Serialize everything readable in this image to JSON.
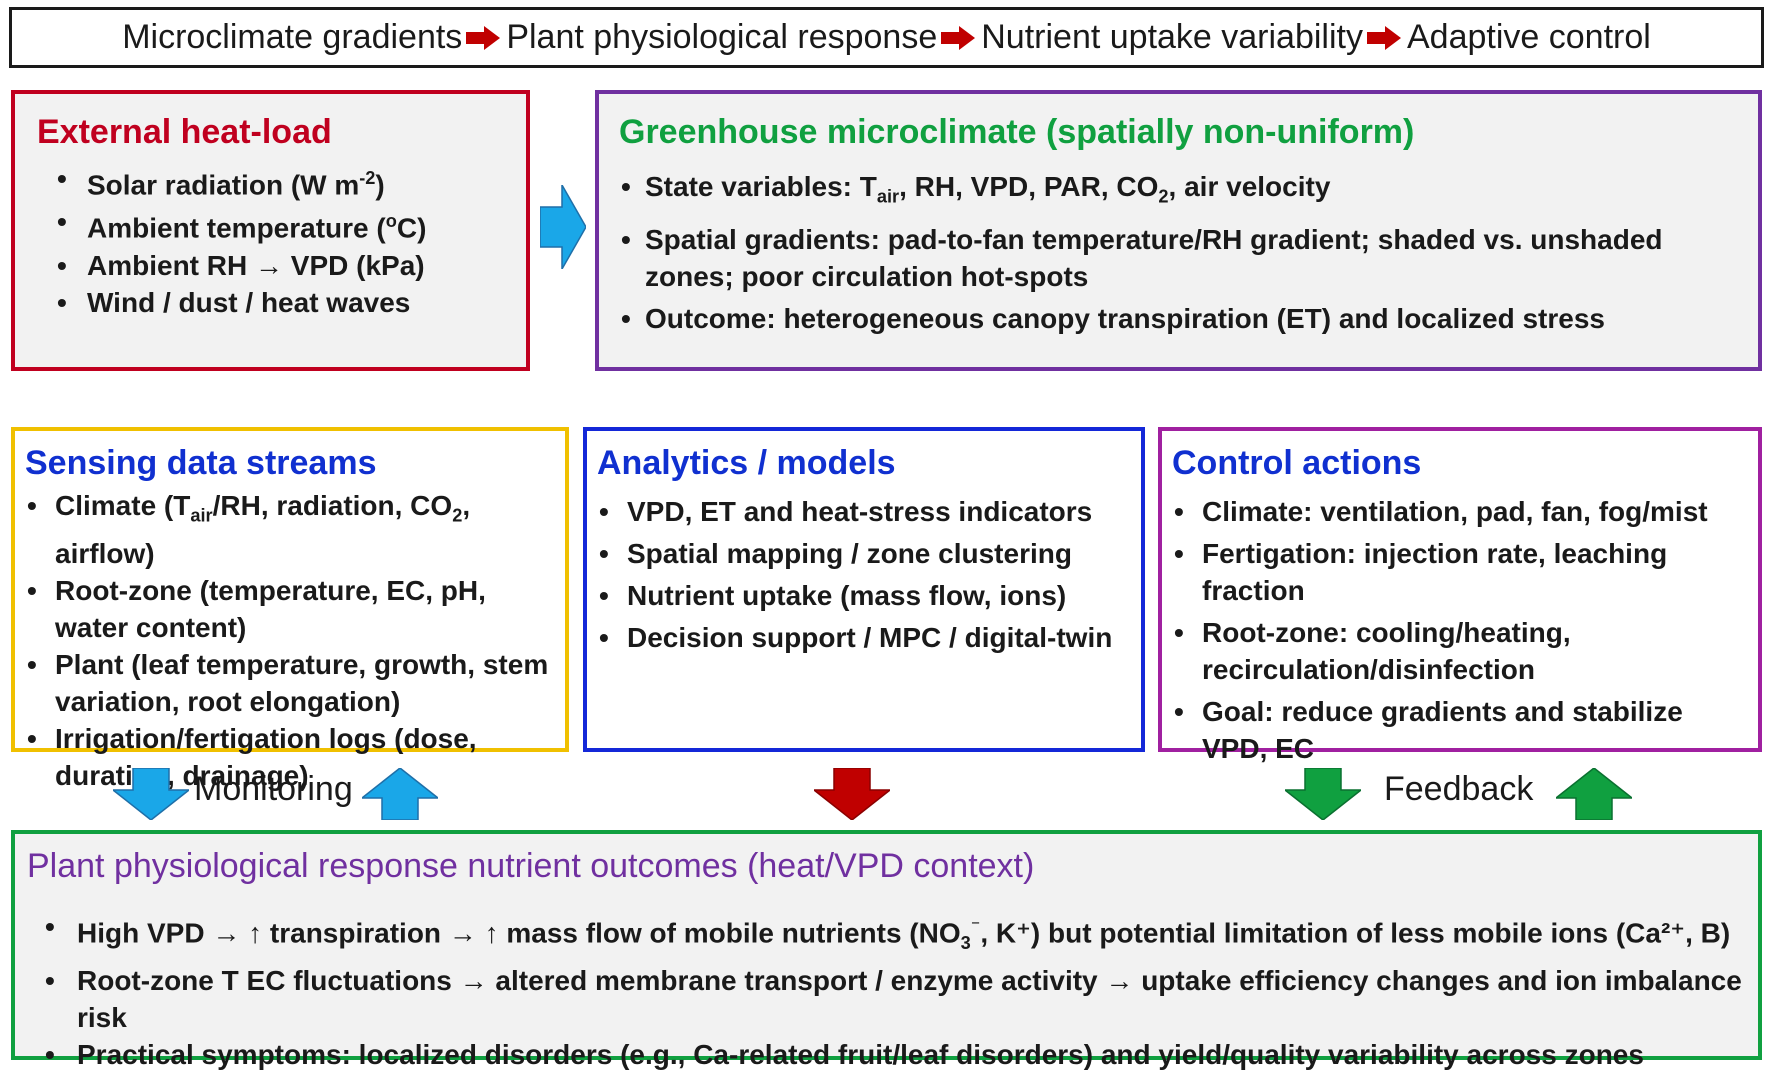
{
  "banner": {
    "steps": [
      "Microclimate gradients",
      "Plant physiological response",
      "Nutrient uptake variability",
      "Adaptive control"
    ]
  },
  "external_heat_load": {
    "title": "External heat-load",
    "items": [
      "Solar radiation (W m-2)",
      "Ambient temperature (oC)",
      "Ambient RH → VPD (kPa)",
      "Wind / dust / heat waves"
    ]
  },
  "greenhouse_microclimate": {
    "title": "Greenhouse microclimate (spatially non-uniform)",
    "items": [
      "State variables: Tair, RH, VPD, PAR, CO2, air velocity",
      "Spatial gradients: pad-to-fan temperature/RH gradient; shaded vs. unshaded zones; poor circulation hot-spots",
      "Outcome: heterogeneous canopy transpiration (ET) and localized stress"
    ]
  },
  "sensing": {
    "title": "Sensing data streams",
    "items": [
      "Climate (Tair/RH, radiation, CO2, airflow)",
      "Root-zone (temperature, EC, pH, water content)",
      "Plant (leaf temperature, growth, stem variation, root elongation)",
      "Irrigation/fertigation logs (dose, duration, drainage)"
    ]
  },
  "analytics": {
    "title": "Analytics / models",
    "items": [
      "VPD, ET and heat-stress indicators",
      "Spatial mapping / zone clustering",
      "Nutrient uptake (mass flow, ions)",
      "Decision support / MPC / digital-twin"
    ]
  },
  "control": {
    "title": "Control actions",
    "items": [
      "Climate: ventilation, pad, fan, fog/mist",
      "Fertigation: injection rate, leaching fraction",
      "Root-zone: cooling/heating, recirculation/disinfection",
      "Goal: reduce gradients and stabilize VPD, EC"
    ]
  },
  "labels": {
    "monitoring": "Monitoring",
    "feedback": "Feedback"
  },
  "outcomes": {
    "title": "Plant physiological response nutrient outcomes (heat/VPD context)",
    "items": [
      "High VPD → ↑ transpiration → ↑ mass flow of mobile nutrients (NO3⁻, K⁺) but potential limitation of less mobile ions (Ca²⁺, B)",
      "Root-zone T EC fluctuations → altered membrane transport / enzyme activity → uptake efficiency changes and ion imbalance risk",
      "Practical symptoms: localized disorders (e.g., Ca-related fruit/leaf disorders) and yield/quality variability across zones"
    ]
  },
  "colors": {
    "red_border": "#c0001f",
    "purple_border": "#7030a0",
    "yellow_border": "#f0c000",
    "blue_border": "#1428d8",
    "green_border": "#10a040",
    "blue_arrow": "#1aa7e8",
    "red_arrow": "#c00000",
    "green_arrow": "#10a040"
  }
}
